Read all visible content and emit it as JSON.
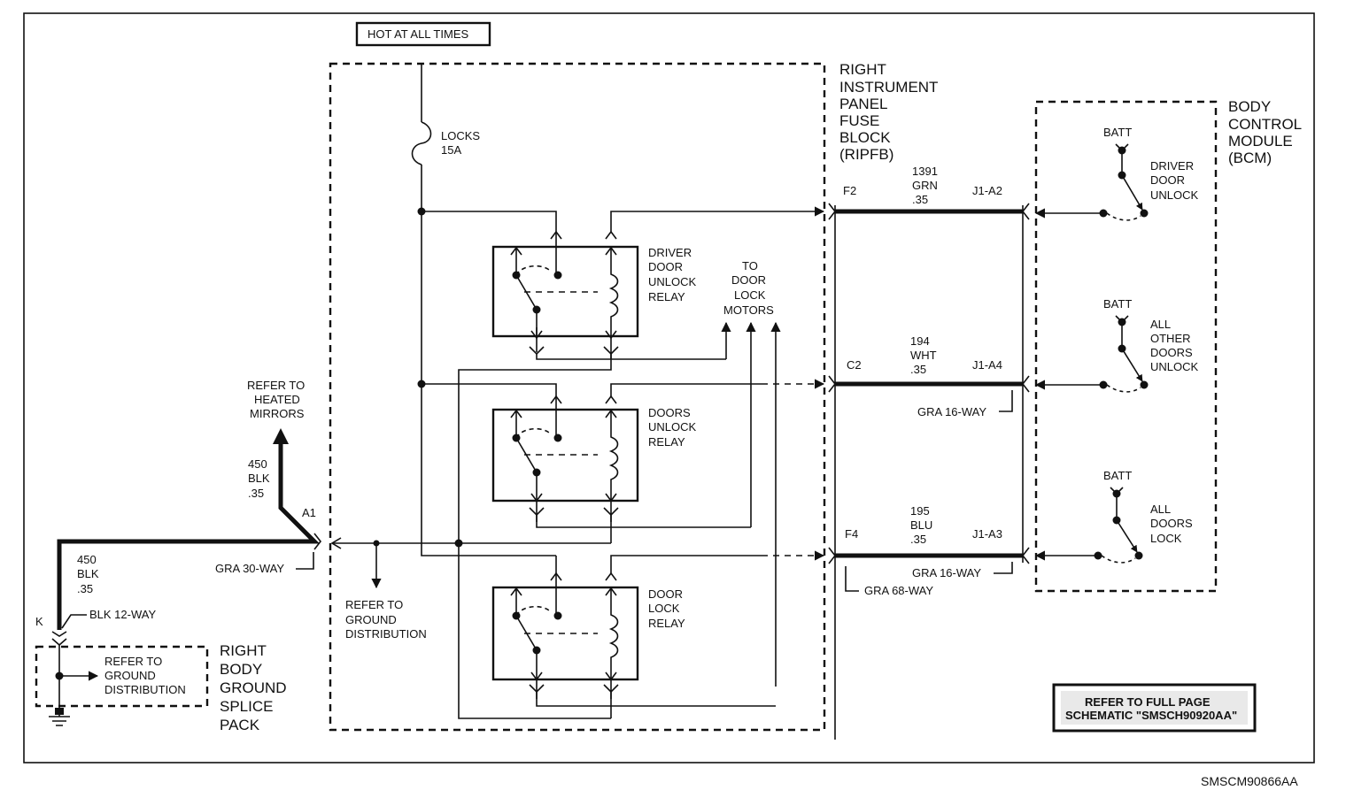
{
  "hot_label": "HOT AT ALL TIMES",
  "fuse_block": {
    "title": [
      "RIGHT",
      "INSTRUMENT",
      "PANEL",
      "FUSE",
      "BLOCK",
      "(RIPFB)"
    ],
    "fuse": [
      "LOCKS",
      "15A"
    ],
    "connector": "GRA 68-WAY"
  },
  "bcm": {
    "title": [
      "BODY",
      "CONTROL",
      "MODULE",
      "(BCM)"
    ],
    "switches": [
      {
        "batt": "BATT",
        "label": [
          "DRIVER",
          "DOOR",
          "UNLOCK"
        ]
      },
      {
        "batt": "BATT",
        "label": [
          "ALL",
          "OTHER",
          "DOORS",
          "UNLOCK"
        ]
      },
      {
        "batt": "BATT",
        "label": [
          "ALL",
          "DOORS",
          "LOCK"
        ]
      }
    ]
  },
  "relays": [
    {
      "label": [
        "DRIVER",
        "DOOR",
        "UNLOCK",
        "RELAY"
      ]
    },
    {
      "label": [
        "DOORS",
        "UNLOCK",
        "RELAY"
      ]
    },
    {
      "label": [
        "DOOR",
        "LOCK",
        "RELAY"
      ]
    }
  ],
  "motors": [
    "TO",
    "DOOR",
    "LOCK",
    "MOTORS"
  ],
  "circuits": [
    {
      "cavity": "F2",
      "wire": [
        "1391",
        "GRN",
        ".35"
      ],
      "bcm_pin": "J1-A2",
      "connector": ""
    },
    {
      "cavity": "C2",
      "wire": [
        "194",
        "WHT",
        ".35"
      ],
      "bcm_pin": "J1-A4",
      "connector": "GRA 16-WAY"
    },
    {
      "cavity": "F4",
      "wire": [
        "195",
        "BLU",
        ".35"
      ],
      "bcm_pin": "J1-A3",
      "connector": "GRA 16-WAY"
    }
  ],
  "mirrors": [
    "REFER TO",
    "HEATED",
    "MIRRORS"
  ],
  "wire_vertical": [
    "450",
    "BLK",
    ".35"
  ],
  "wire_horizontal": [
    "450",
    "BLK",
    ".35"
  ],
  "a1": "A1",
  "gra30": "GRA 30-WAY",
  "ground_ref": [
    "REFER TO",
    "GROUND",
    "DISTRIBUTION"
  ],
  "k": "K",
  "blk12": "BLK 12-WAY",
  "splice_ref": [
    "REFER TO",
    "GROUND",
    "DISTRIBUTION"
  ],
  "splice_pack": [
    "RIGHT",
    "BODY",
    "GROUND",
    "SPLICE",
    "PACK"
  ],
  "full_page": [
    "REFER TO FULL PAGE",
    "SCHEMATIC \"SMSCH90920AA\""
  ],
  "diagram_id": "SMSCM90866AA"
}
